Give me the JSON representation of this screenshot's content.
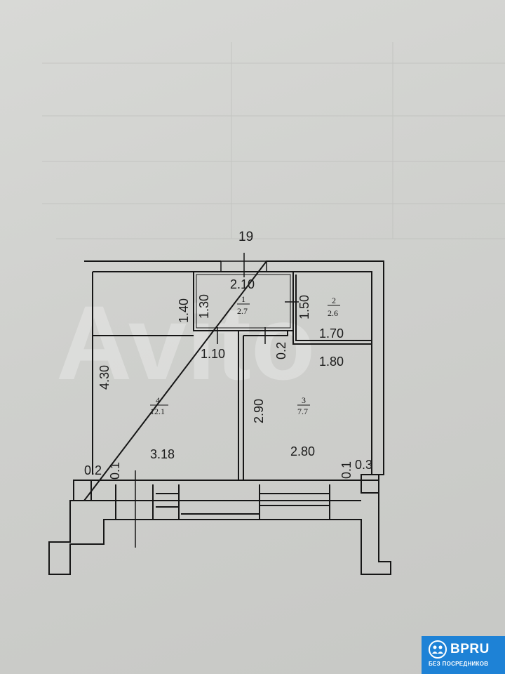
{
  "plan": {
    "title": "19",
    "watermark": "Avito",
    "rooms": [
      {
        "number": "1",
        "area": "2.7"
      },
      {
        "number": "2",
        "area": "2.6"
      },
      {
        "number": "3",
        "area": "7.7"
      },
      {
        "number": "4",
        "area": "12.1"
      }
    ],
    "dimensions": {
      "corridor_width": "2.10",
      "room1_height": "1.30",
      "room1_outer_height": "1.40",
      "room2_height": "1.50",
      "room2_width": "1.70",
      "room3_width_top": "1.80",
      "partition": "0.2",
      "door_offset": "1.10",
      "room4_height": "4.30",
      "room3_height": "2.90",
      "room4_width": "3.18",
      "room3_width": "2.80",
      "left_pier": "0.2",
      "left_pier_small": "0.1",
      "right_pier_small": "0.1",
      "right_pier": "0.3"
    }
  },
  "badge": {
    "brand": "BPRU",
    "tagline": "БЕЗ ПОСРЕДНИКОВ"
  }
}
